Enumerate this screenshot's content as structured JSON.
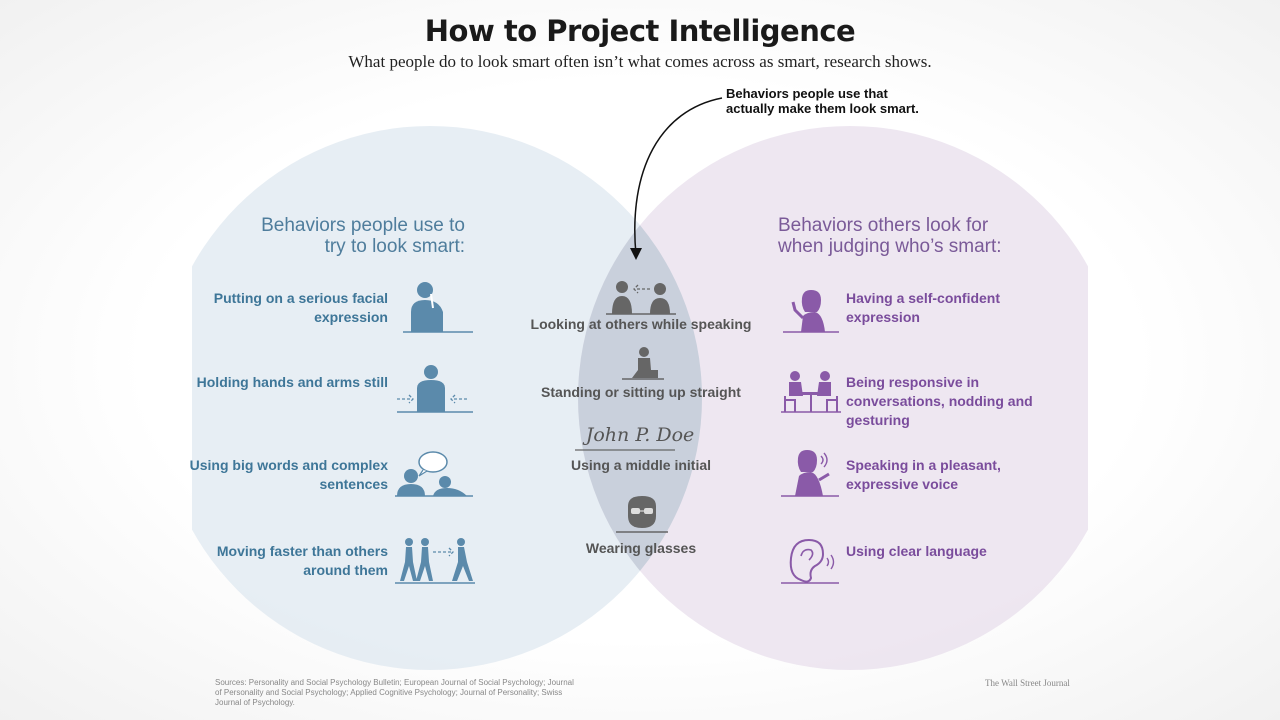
{
  "title": "How to Project Intelligence",
  "subtitle": "What people do to look smart often isn’t what comes across as smart, research shows.",
  "arrow_note": "Behaviors people use that actually make them look smart.",
  "left": {
    "heading": "Behaviors people use to try to look smart:",
    "color": "#4f7d9c",
    "items": [
      {
        "label": "Putting on a serious facial expression",
        "icon": "person-hand-on-chin-icon"
      },
      {
        "label": "Holding hands and arms still",
        "icon": "person-arms-still-icon"
      },
      {
        "label": "Using big words and complex sentences",
        "icon": "speech-bubble-people-icon"
      },
      {
        "label": "Moving faster than others around them",
        "icon": "walking-people-icon"
      }
    ]
  },
  "center": {
    "items": [
      {
        "label": "Looking at others while speaking",
        "icon": "two-people-talking-icon"
      },
      {
        "label": "Standing or sitting up straight",
        "icon": "sitting-straight-icon"
      },
      {
        "label": "Using a middle initial",
        "icon": "signature-icon",
        "signature": "John P. Doe"
      },
      {
        "label": "Wearing glasses",
        "icon": "person-glasses-icon"
      }
    ]
  },
  "right": {
    "heading": "Behaviors others look for when judging who’s smart:",
    "color": "#7a5a98",
    "items": [
      {
        "label": "Having a self-confident expression",
        "icon": "confident-woman-icon"
      },
      {
        "label": "Being responsive in conversations, nodding and gesturing",
        "icon": "conversation-table-icon"
      },
      {
        "label": "Speaking in a pleasant, expressive voice",
        "icon": "speaking-woman-icon"
      },
      {
        "label": "Using clear language",
        "icon": "ear-sound-icon"
      }
    ]
  },
  "sources": "Sources: Personality and Social Psychology Bulletin; European Journal of Social Psychology; Journal of Personality and Social Psychology; Applied Cognitive Psychology; Journal of Personality; Swiss Journal of Psychology.",
  "credit": "The Wall Street Journal"
}
